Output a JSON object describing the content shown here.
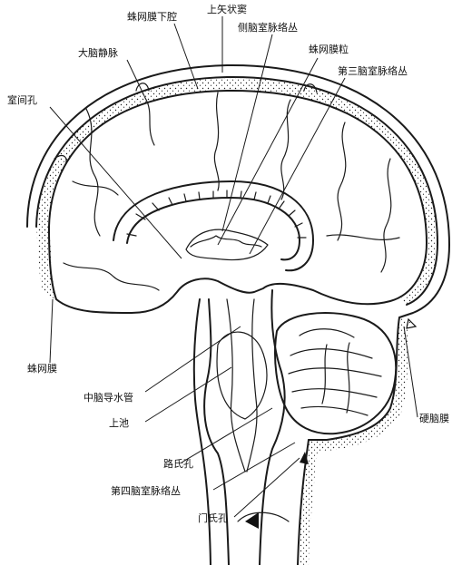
{
  "labels": {
    "superior_sagittal_sinus": "上矢状窦",
    "subarachnoid_space": "蛛网膜下腔",
    "lateral_ventricle_choroid_plexus": "侧脑室脉络丛",
    "cerebral_vein": "大脑静脉",
    "arachnoid_granulation": "蛛网膜粒",
    "third_ventricle_choroid_plexus": "第三脑室脉络丛",
    "interventricular_foramen": "室间孔",
    "arachnoid": "蛛网膜",
    "cerebral_aqueduct": "中脑导水管",
    "superior_cistern": "上池",
    "dura_mater": "硬脑膜",
    "foramen_of_luschka": "路氏孔",
    "fourth_ventricle_choroid_plexus": "第四脑室脉络丛",
    "foramen_of_magendie": "门氏孔"
  }
}
